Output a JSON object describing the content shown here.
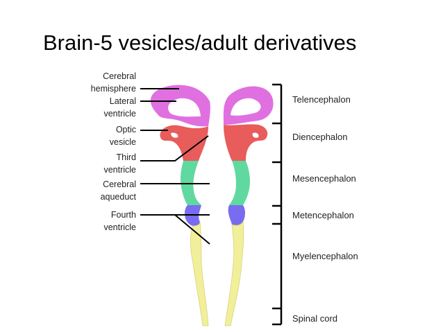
{
  "slide": {
    "title": "Brain-5 vesicles/adult derivatives"
  },
  "labels_left": {
    "cerebral": "Cerebral",
    "hemisphere": "hemisphere",
    "lateral": "Lateral",
    "lateral_ventricle": "ventricle",
    "optic": "Optic",
    "vesicle": "vesicle",
    "third": "Third",
    "third_ventricle": "ventricle",
    "cerebral2": "Cerebral",
    "aqueduct": "aqueduct",
    "fourth": "Fourth",
    "fourth_ventricle": "ventricle"
  },
  "labels_right": {
    "telencephalon": "Telencephalon",
    "diencephalon": "Diencephalon",
    "mesencephalon": "Mesencephalon",
    "metencephalon": "Metencephalon",
    "myelencephalon": "Myelencephalon",
    "spinal_cord": "Spinal cord"
  },
  "colors": {
    "telencephalon": "#e070e0",
    "diencephalon": "#e85c5c",
    "mesencephalon": "#5fd9a0",
    "metencephalon": "#7a6cf0",
    "myelencephalon": "#f2ef9a"
  }
}
